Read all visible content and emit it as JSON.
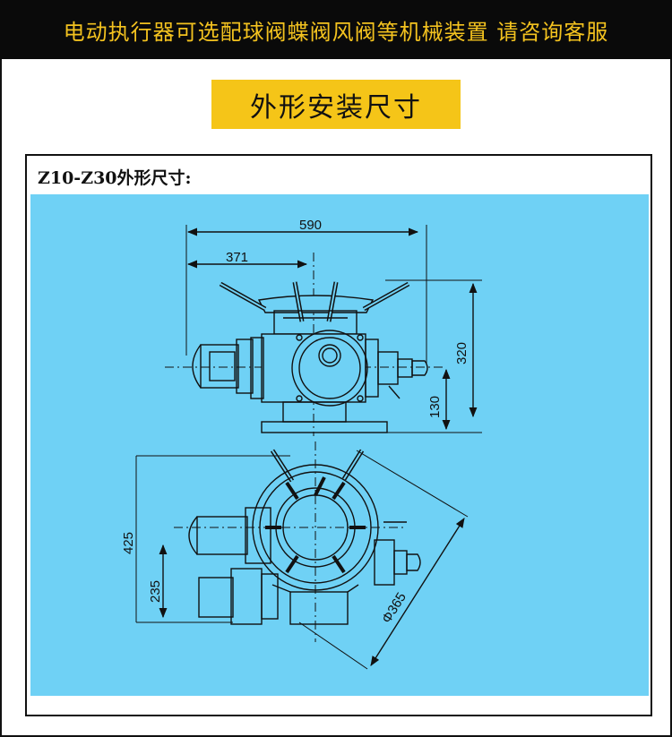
{
  "banner": {
    "text": "电动执行器可选配球阀蝶阀风阀等机械装置 请咨询客服",
    "text_color": "#f3c21f",
    "background": "#0a0a0a"
  },
  "section": {
    "title": "外形安装尺寸",
    "background": "#f5c518"
  },
  "card": {
    "title": "Z10-Z30外形尺寸:"
  },
  "diagram": {
    "background": "#6fd1f5",
    "dimensions": {
      "d590": "590",
      "d371": "371",
      "d320": "320",
      "d130": "130",
      "d425": "425",
      "d235": "235",
      "d365": "Φ365"
    }
  }
}
